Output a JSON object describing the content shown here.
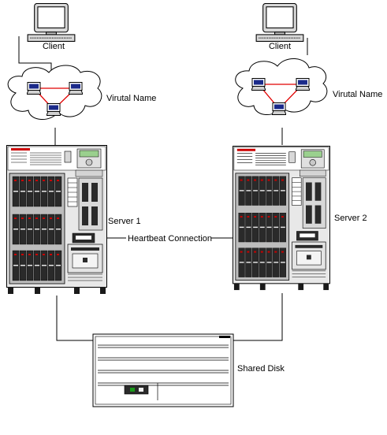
{
  "clients": [
    {
      "label": "Client"
    },
    {
      "label": "Client"
    }
  ],
  "clouds": [
    {
      "label": "Virutal Name"
    },
    {
      "label": "Virutal Name"
    }
  ],
  "servers": [
    {
      "label": "Server 1"
    },
    {
      "label": "Server 2"
    }
  ],
  "heartbeat": {
    "label": "Heartbeat Connection"
  },
  "storage": {
    "label": "Shared Disk"
  },
  "colors": {
    "ring": "#e00000",
    "laptop_screen": "#1b2a8a",
    "server_body": "#e8e8e8",
    "server_dark": "#2a2a2a",
    "disk_led": "#1a9a1a"
  }
}
